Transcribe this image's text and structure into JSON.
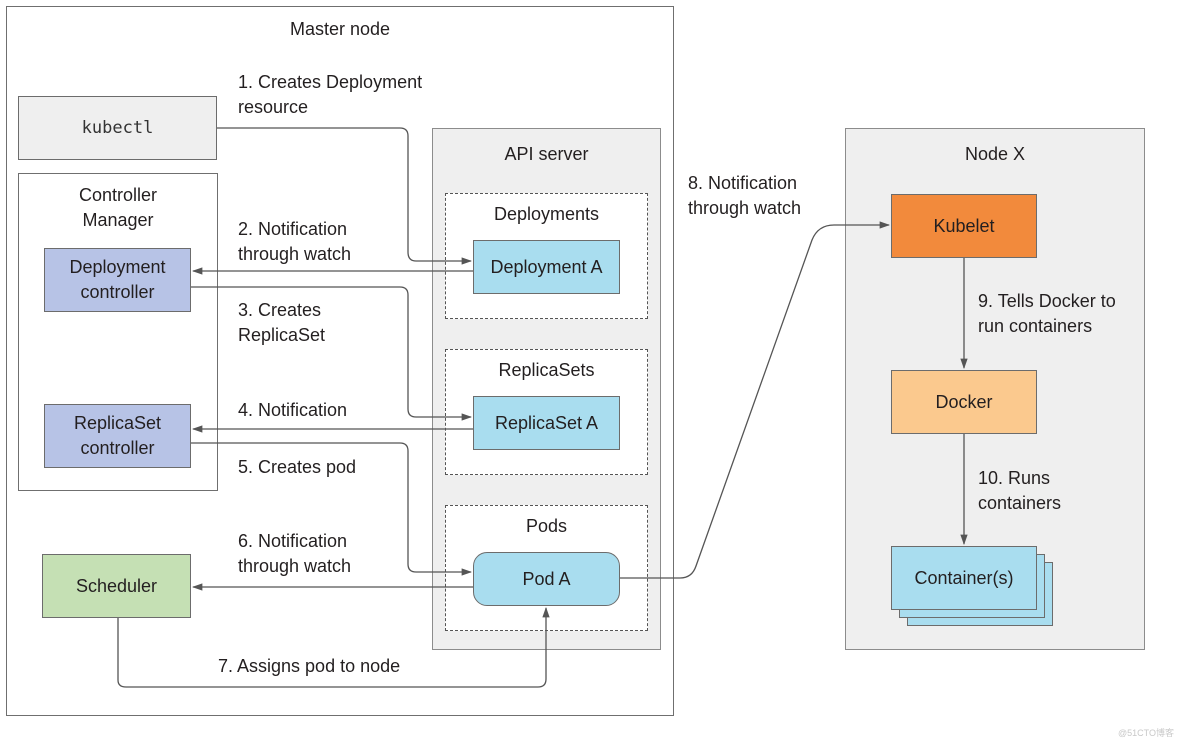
{
  "master": {
    "title": "Master node"
  },
  "kubectl": {
    "label": "kubectl"
  },
  "controller_manager": {
    "title": "Controller\nManager"
  },
  "deployment_controller": {
    "label": "Deployment\ncontroller"
  },
  "replicaset_controller": {
    "label": "ReplicaSet\ncontroller"
  },
  "scheduler": {
    "label": "Scheduler"
  },
  "api_server": {
    "title": "API server",
    "deployments": {
      "title": "Deployments",
      "item": "Deployment A"
    },
    "replicasets": {
      "title": "ReplicaSets",
      "item": "ReplicaSet A"
    },
    "pods": {
      "title": "Pods",
      "item": "Pod A"
    }
  },
  "node": {
    "title": "Node X",
    "kubelet": "Kubelet",
    "docker": "Docker",
    "containers": "Container(s)"
  },
  "steps": {
    "s1": "1. Creates Deployment\nresource",
    "s2": "2. Notification\nthrough watch",
    "s3": "3. Creates\nReplicaSet",
    "s4": "4. Notification",
    "s5": "5. Creates pod",
    "s6": "6. Notification\nthrough watch",
    "s7": "7. Assigns pod to node",
    "s8": "8. Notification\nthrough watch",
    "s9": "9. Tells Docker to\nrun containers",
    "s10": "10. Runs\ncontainers"
  },
  "watermark": "@51CTO博客",
  "colors": {
    "controller": "#b7c3e6",
    "resource": "#a9ddef",
    "scheduler": "#c5e0b4",
    "kubelet": "#f28a3c",
    "docker": "#fbc98e",
    "panel": "#efefef"
  }
}
